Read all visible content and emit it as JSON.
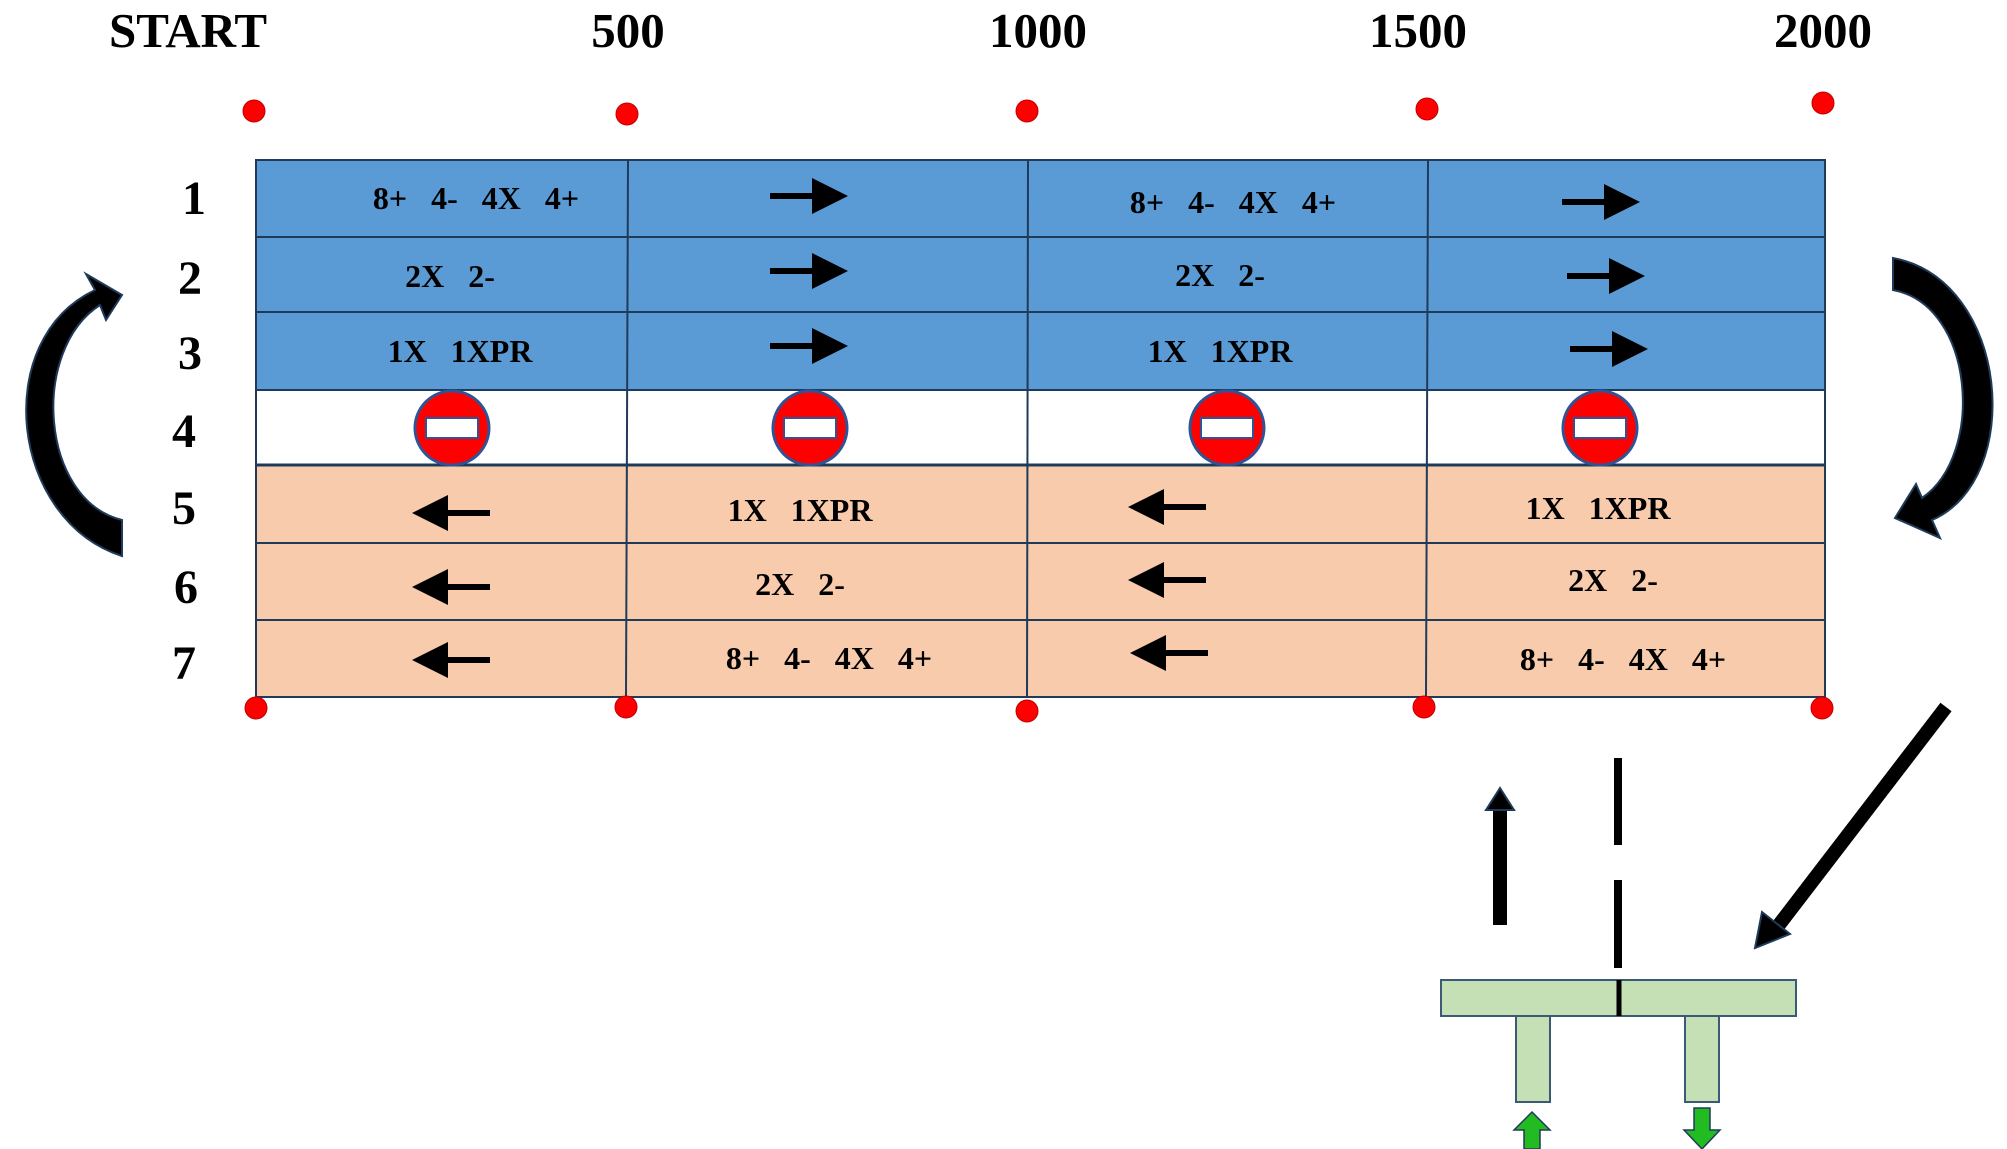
{
  "milestones": {
    "start": "START",
    "m500": "500",
    "m1000": "1000",
    "m1500": "1500",
    "m2000": "2000"
  },
  "lanes": {
    "l1": "1",
    "l2": "2",
    "l3": "3",
    "l4": "4",
    "l5": "5",
    "l6": "6",
    "l7": "7"
  },
  "workouts": {
    "lane1": "8+   4-   4X   4+",
    "lane2": "2X   2-",
    "lane3": "1X   1XPR",
    "lane5": "1X   1XPR",
    "lane6": "2X   2-",
    "lane7": "8+   4-   4X   4+"
  },
  "colors": {
    "outbound_lanes": "#5b9bd5",
    "closed_lane": "#ffffff",
    "return_lanes": "#f8cbad",
    "dock": "#c5e0b4",
    "no_entry_sign": "#ff0000",
    "marker_dot": "#ff0000",
    "dock_arrows": "#22bb22"
  },
  "icons": {
    "closed_lane": "no-entry-icon",
    "direction": "arrow-icon",
    "distance_marker": "red-dot-icon"
  }
}
